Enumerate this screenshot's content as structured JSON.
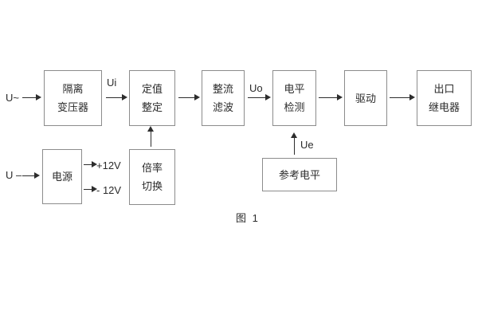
{
  "diagram": {
    "caption": "图 1",
    "boxes": {
      "isolation_transformer": {
        "line1": "隔离",
        "line2": "变压器"
      },
      "setting_adjust": {
        "line1": "定值",
        "line2": "整定"
      },
      "rectifier_filter": {
        "line1": "整流",
        "line2": "滤波"
      },
      "level_detect": {
        "line1": "电平",
        "line2": "检测"
      },
      "drive": {
        "line1": "驱动"
      },
      "output_relay": {
        "line1": "出口",
        "line2": "继电器"
      },
      "power_supply": {
        "line1": "电源"
      },
      "ratio_switch": {
        "line1": "倍率",
        "line2": "切换"
      },
      "reference_level": {
        "line1": "参考电平"
      }
    },
    "labels": {
      "ac_input": "U~",
      "dc_input": "U –",
      "ui": "Ui",
      "uo": "Uo",
      "ue": "Ue",
      "plus12": "+12V",
      "minus12": "- 12V"
    },
    "colors": {
      "line": "#2d2d2d",
      "box_border": "#8c8c8c",
      "text": "#2b2b2b",
      "background": "#ffffff"
    }
  }
}
